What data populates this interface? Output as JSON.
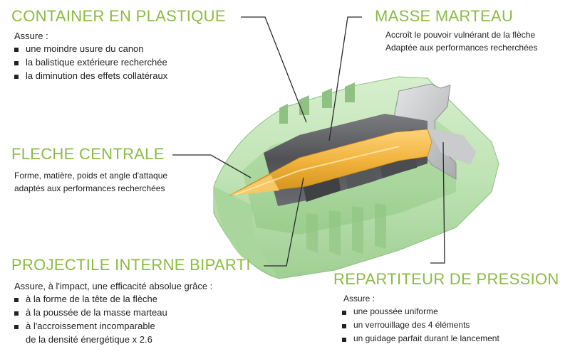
{
  "sections": {
    "container": {
      "title": "CONTAINER EN PLASTIQUE",
      "lead": "Assure :",
      "items": [
        "une moindre usure du canon",
        "la balistique extérieure recherchée",
        "la diminution des effets collatéraux"
      ]
    },
    "hammer": {
      "title": "MASSE MARTEAU",
      "lines": [
        "Accroît le pouvoir vulnérant de la flèche",
        "Adaptée aux performances recherchées"
      ]
    },
    "dart": {
      "title": "FLECHE CENTRALE",
      "lines": [
        "Forme, matière, poids et angle d'attaque",
        "adaptés aux performances recherchées"
      ]
    },
    "projectile": {
      "title": "PROJECTILE INTERNE BIPARTI",
      "lead": "Assure, à l'impact, une efficacité absolue grâce :",
      "items": [
        "à la forme de la tête de la flèche",
        "à la poussée de la masse marteau",
        "à l'accroissement incomparable"
      ],
      "continuation": "de la densité énergétique x 2.6"
    },
    "distributor": {
      "title": "REPARTITEUR DE PRESSION",
      "lead": "Assure :",
      "items": [
        "une poussée uniforme",
        "un verrouillage des 4 éléments",
        "un guidage parfait durant le lancement"
      ]
    }
  },
  "colors": {
    "title_green": "#8bbb43",
    "plastic_green": "#bfe3b4",
    "steel_gray": "#5c5e61",
    "brass_orange": "#f0b23a"
  }
}
